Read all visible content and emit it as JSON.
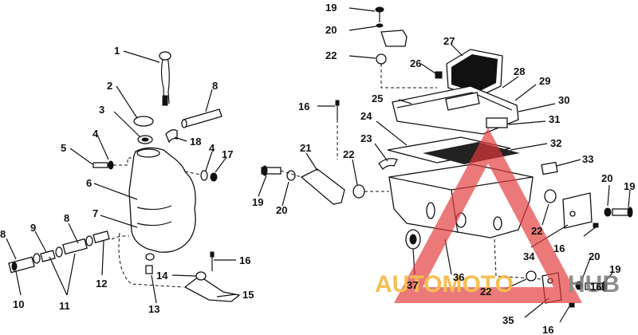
{
  "callouts": [
    {
      "id": "c1",
      "label": "1"
    },
    {
      "id": "c2",
      "label": "2"
    },
    {
      "id": "c3",
      "label": "3"
    },
    {
      "id": "c4a",
      "label": "4"
    },
    {
      "id": "c5",
      "label": "5"
    },
    {
      "id": "c6",
      "label": "6"
    },
    {
      "id": "c7",
      "label": "7"
    },
    {
      "id": "c8a",
      "label": "8"
    },
    {
      "id": "c18",
      "label": "18"
    },
    {
      "id": "c4b",
      "label": "4"
    },
    {
      "id": "c17",
      "label": "17"
    },
    {
      "id": "c8b",
      "label": "8"
    },
    {
      "id": "c9",
      "label": "9"
    },
    {
      "id": "c8c",
      "label": "8"
    },
    {
      "id": "c10",
      "label": "10"
    },
    {
      "id": "c11",
      "label": "11"
    },
    {
      "id": "c12",
      "label": "12"
    },
    {
      "id": "c13",
      "label": "13"
    },
    {
      "id": "c14",
      "label": "14"
    },
    {
      "id": "c15",
      "label": "15"
    },
    {
      "id": "c16a",
      "label": "16"
    },
    {
      "id": "c19a",
      "label": "19"
    },
    {
      "id": "c20a",
      "label": "20"
    },
    {
      "id": "c27",
      "label": "27"
    },
    {
      "id": "c22a",
      "label": "22"
    },
    {
      "id": "c26",
      "label": "26"
    },
    {
      "id": "c28",
      "label": "28"
    },
    {
      "id": "c29",
      "label": "29"
    },
    {
      "id": "c25",
      "label": "25"
    },
    {
      "id": "c30",
      "label": "30"
    },
    {
      "id": "c16b",
      "label": "16"
    },
    {
      "id": "c24",
      "label": "24"
    },
    {
      "id": "c31",
      "label": "31"
    },
    {
      "id": "c23",
      "label": "23"
    },
    {
      "id": "c32",
      "label": "32"
    },
    {
      "id": "c21",
      "label": "21"
    },
    {
      "id": "c22b",
      "label": "22"
    },
    {
      "id": "c33",
      "label": "33"
    },
    {
      "id": "c19b",
      "label": "19"
    },
    {
      "id": "c20b",
      "label": "20"
    },
    {
      "id": "c20c",
      "label": "20"
    },
    {
      "id": "c19c",
      "label": "19"
    },
    {
      "id": "c22c",
      "label": "22"
    },
    {
      "id": "c16c",
      "label": "16"
    },
    {
      "id": "c34",
      "label": "34"
    },
    {
      "id": "c37",
      "label": "37"
    },
    {
      "id": "c36",
      "label": "36"
    },
    {
      "id": "c20d",
      "label": "20"
    },
    {
      "id": "c19d",
      "label": "19"
    },
    {
      "id": "c22d",
      "label": "22"
    },
    {
      "id": "c16d",
      "label": "16"
    },
    {
      "id": "c35",
      "label": "35"
    },
    {
      "id": "c16e",
      "label": "16"
    }
  ],
  "watermark": {
    "text_left": "AUTOMOTO",
    "text_right": "HUB",
    "color_left": "#f5b335",
    "color_right": "#7a7a7a",
    "triangle_color": "#e33b3b"
  }
}
